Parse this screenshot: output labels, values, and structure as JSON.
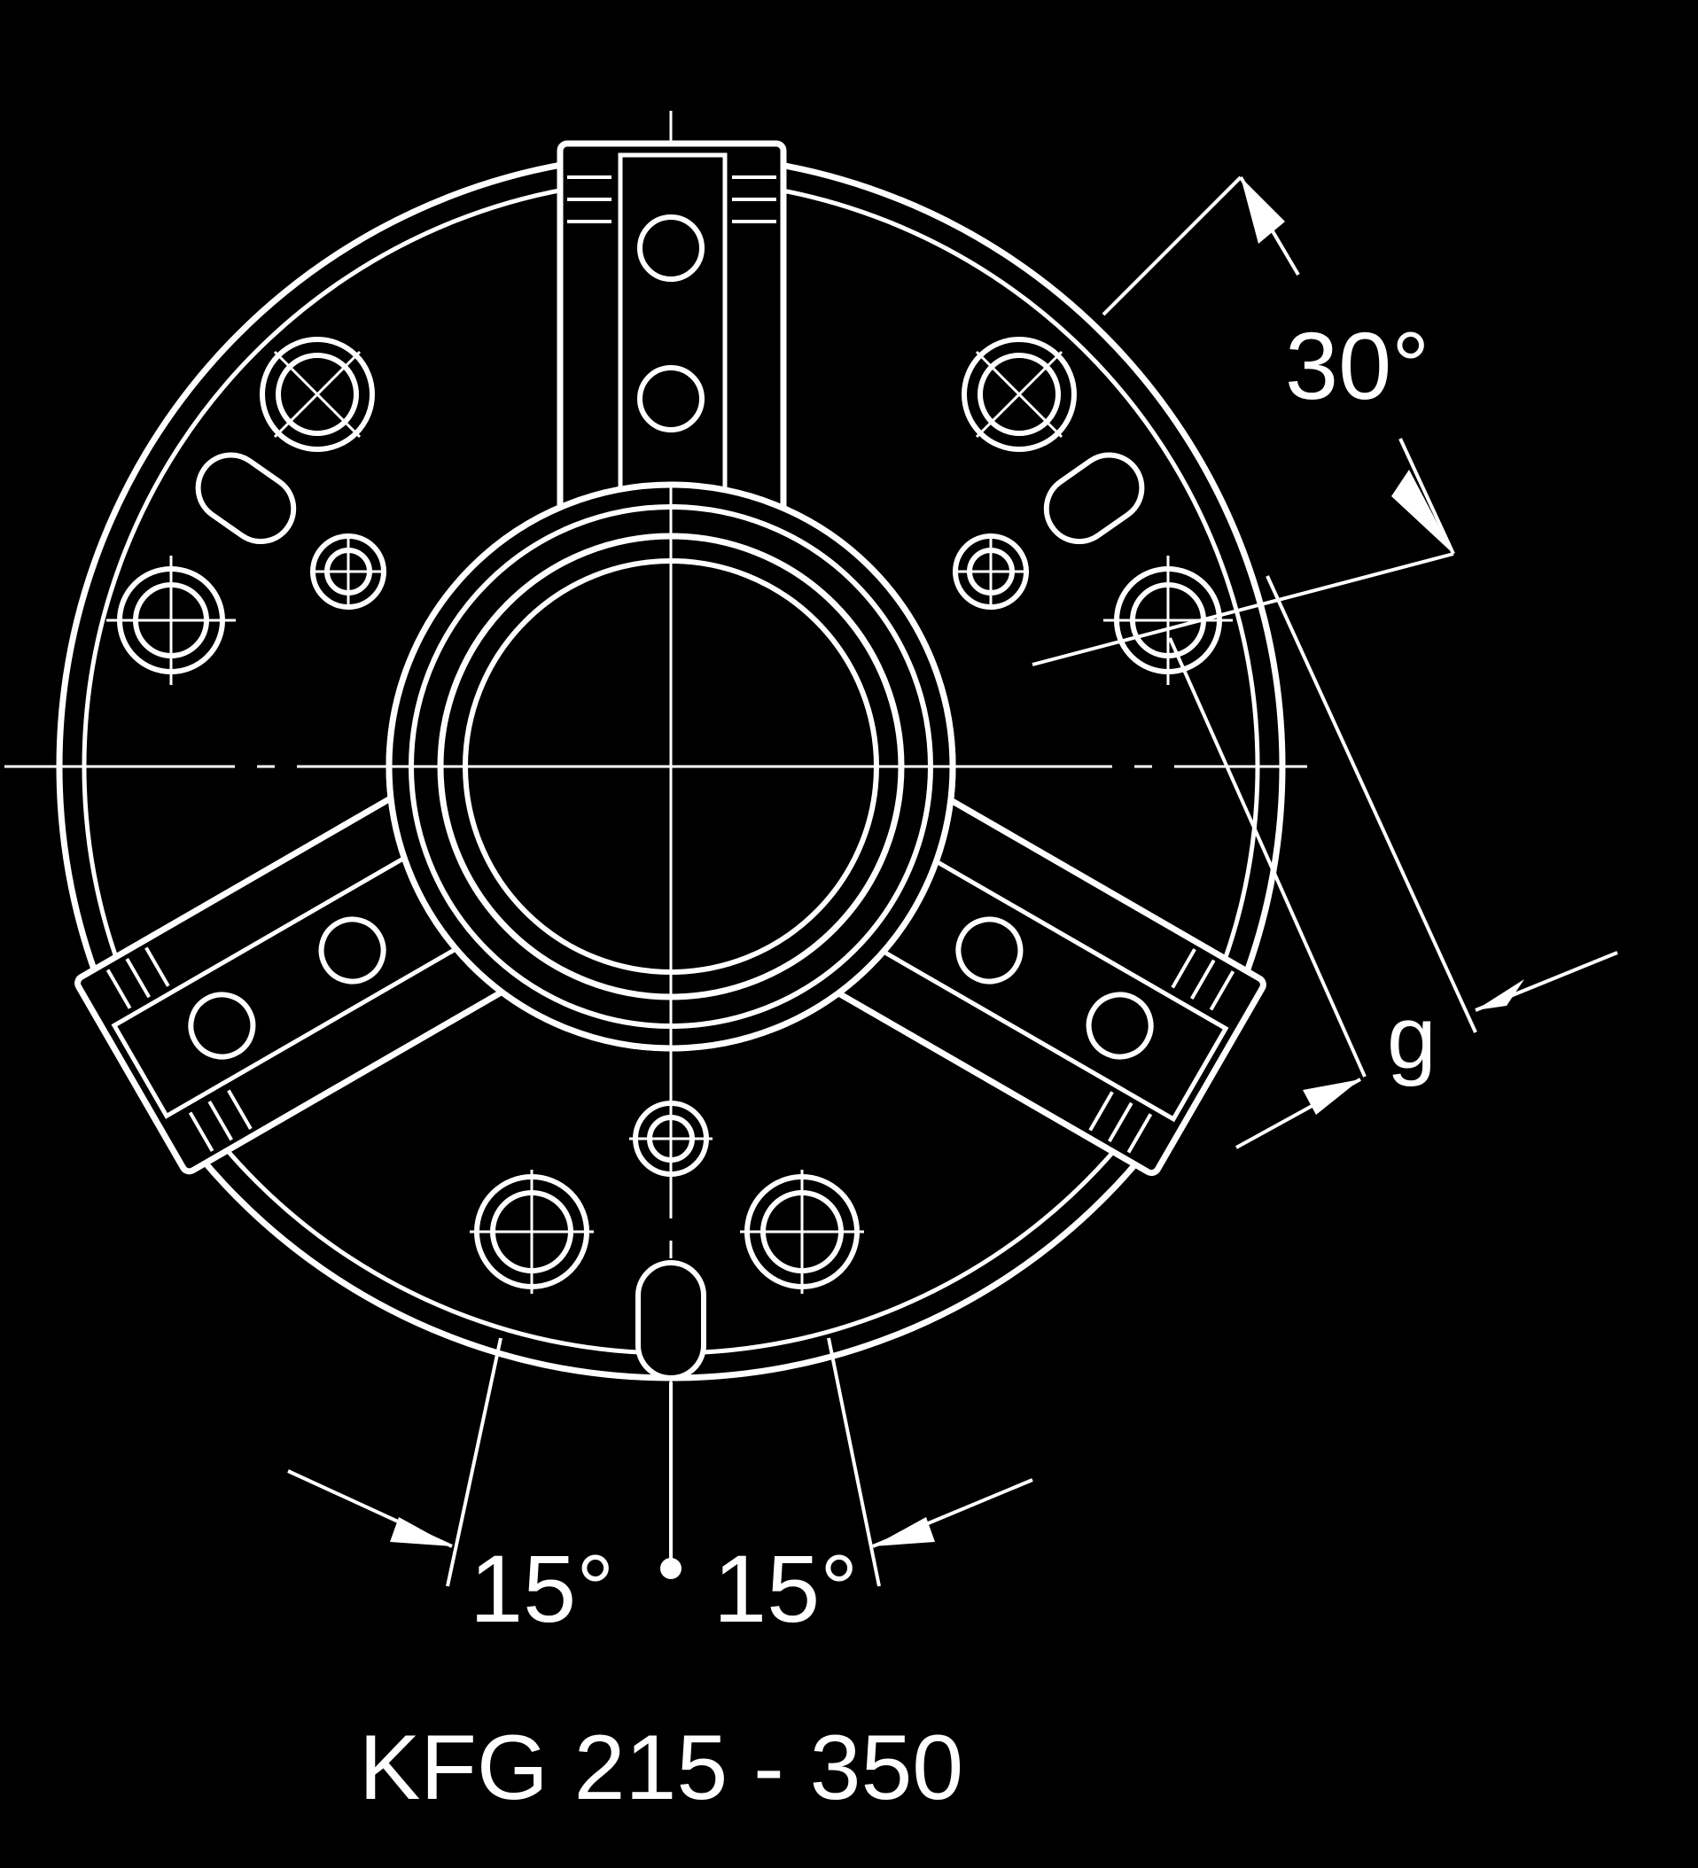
{
  "colors": {
    "background": "#000000",
    "line": "#ffffff"
  },
  "labels": {
    "angle_top": "30°",
    "dimension_g": "g",
    "angle_bottom_left": "15°",
    "angle_bottom_right": "15°",
    "model": "KFG 215 - 350"
  }
}
